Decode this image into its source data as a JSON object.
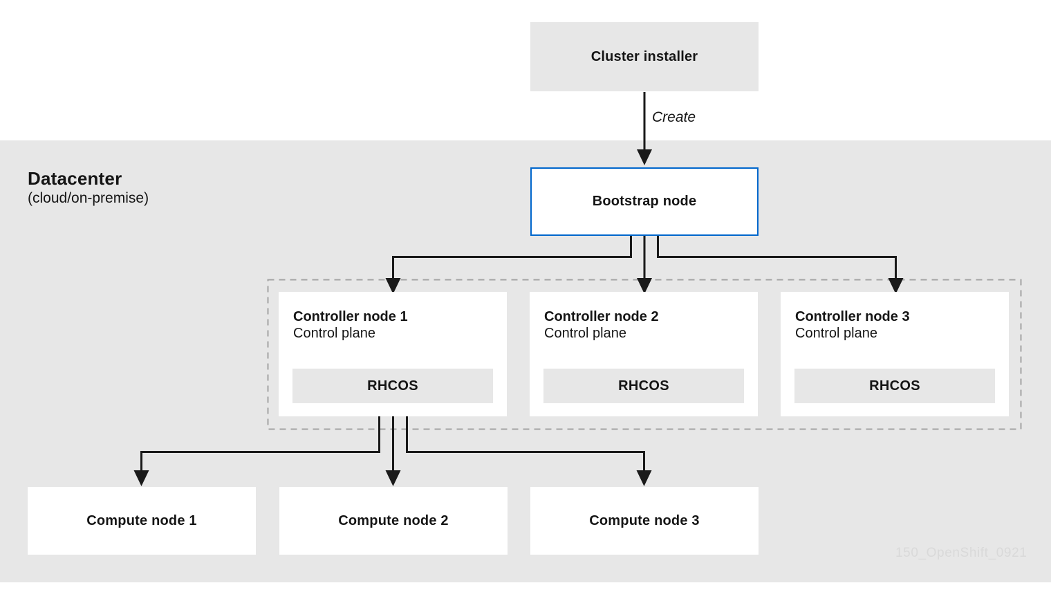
{
  "diagram": {
    "installer": {
      "label": "Cluster installer"
    },
    "create_arrow": {
      "label": "Create"
    },
    "datacenter": {
      "title": "Datacenter",
      "subtitle": "(cloud/on-premise)"
    },
    "bootstrap": {
      "label": "Bootstrap node"
    },
    "controllers": [
      {
        "title": "Controller node 1",
        "subtitle": "Control plane",
        "inner_label": "RHCOS"
      },
      {
        "title": "Controller node 2",
        "subtitle": "Control plane",
        "inner_label": "RHCOS"
      },
      {
        "title": "Controller node 3",
        "subtitle": "Control plane",
        "inner_label": "RHCOS"
      }
    ],
    "compute_nodes": [
      {
        "label": "Compute node 1"
      },
      {
        "label": "Compute node 2"
      },
      {
        "label": "Compute node 3"
      }
    ],
    "watermark": "150_OpenShift_0921",
    "colors": {
      "band_gray": "#e7e7e7",
      "box_gray": "#e7e7e7",
      "accent_blue": "#0066cc",
      "line_black": "#1a1a1a",
      "dashed_gray": "#a3a3a3",
      "text": "#151515",
      "watermark": "#d9d9d9"
    }
  }
}
